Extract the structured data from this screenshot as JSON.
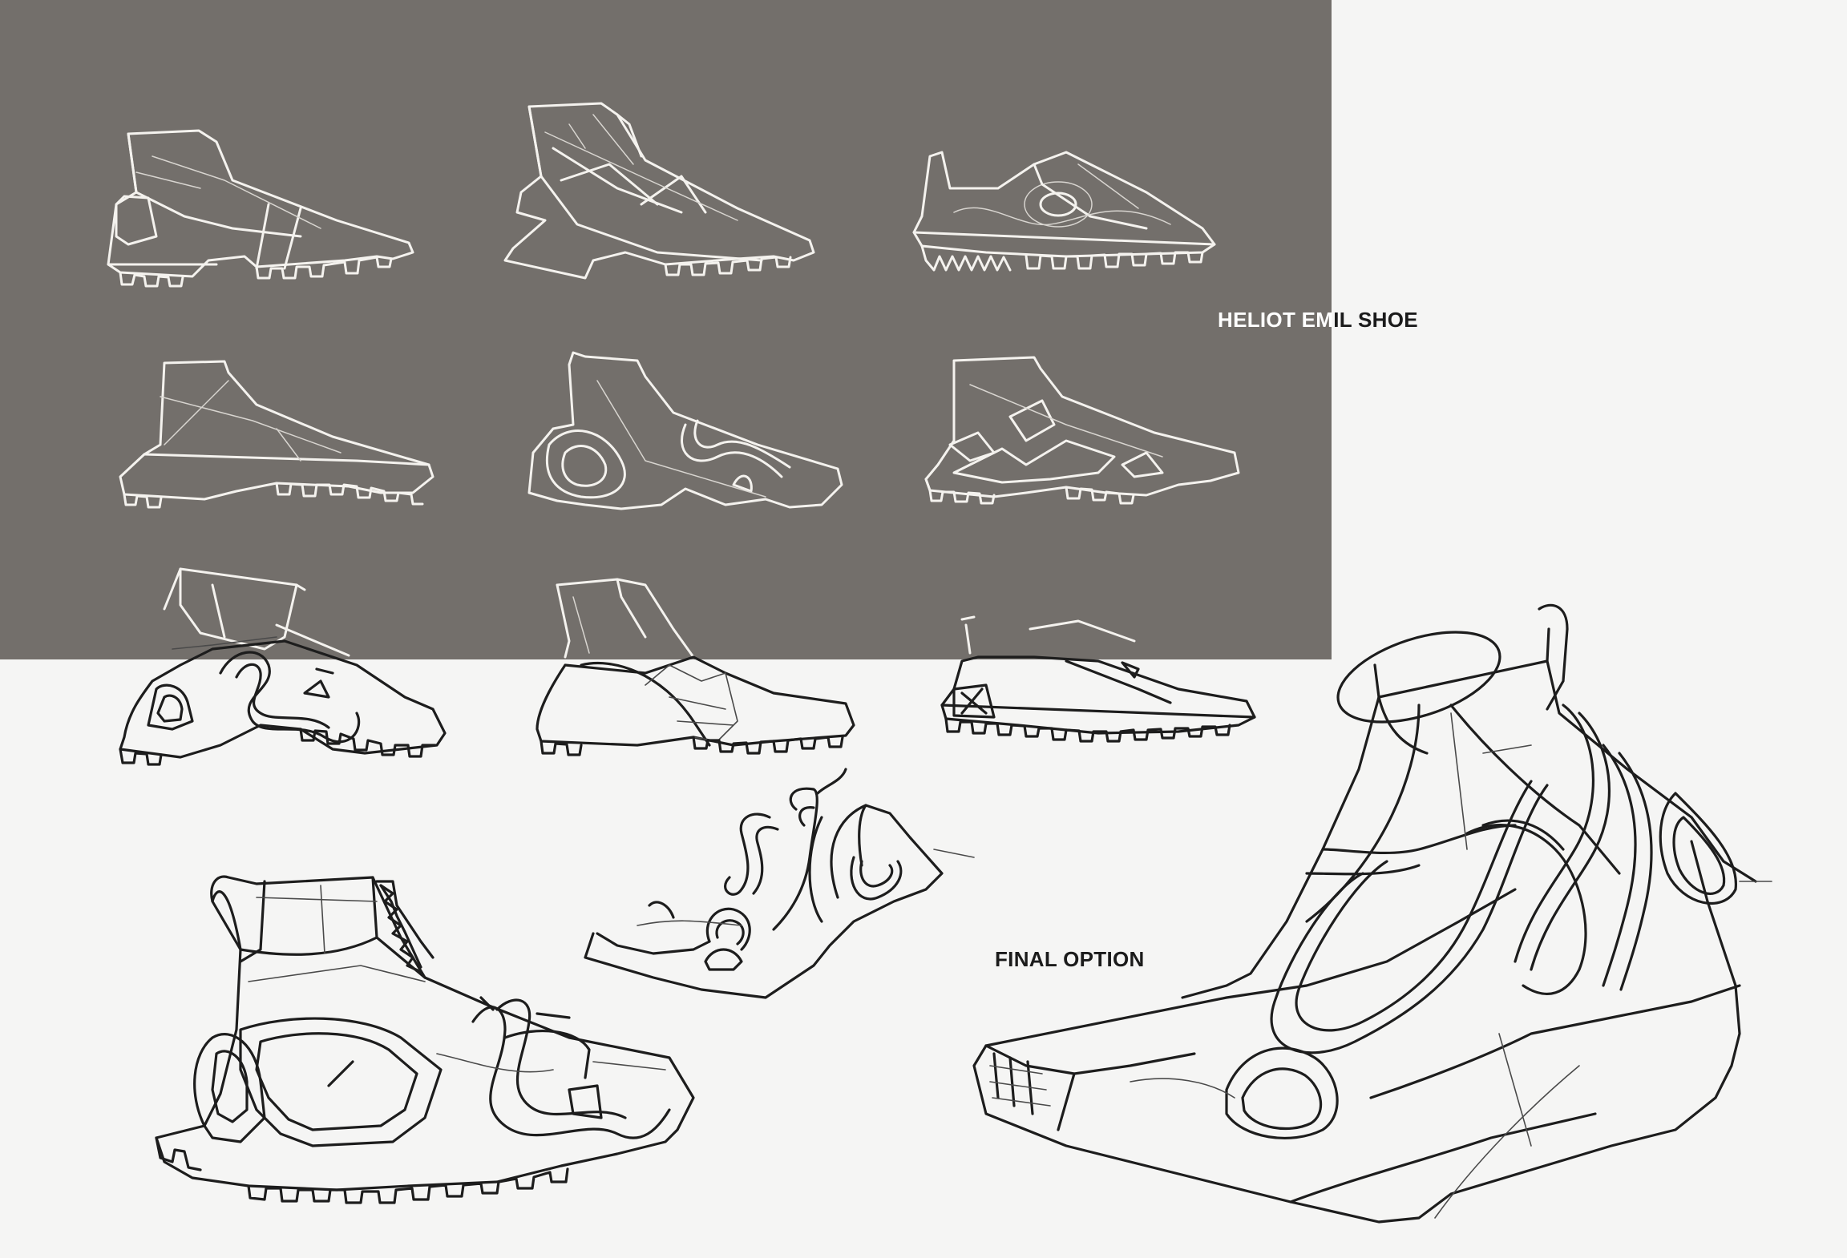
{
  "labels": {
    "title_part1": "HELIOT EM",
    "title_part2": "IL SHOE",
    "final": "FINAL OPTION"
  },
  "colors": {
    "panel": "#736f6b",
    "background": "#f5f5f4",
    "sketch_light": "#f4f2ee",
    "sketch_dark": "#1d1d1d"
  },
  "sketches": {
    "concept_grid": [
      "concept-1",
      "concept-2",
      "concept-3",
      "concept-4",
      "concept-5",
      "concept-6",
      "concept-7",
      "concept-8",
      "concept-9"
    ],
    "detail": [
      "final-side-view",
      "strap-detail",
      "final-perspective"
    ]
  }
}
